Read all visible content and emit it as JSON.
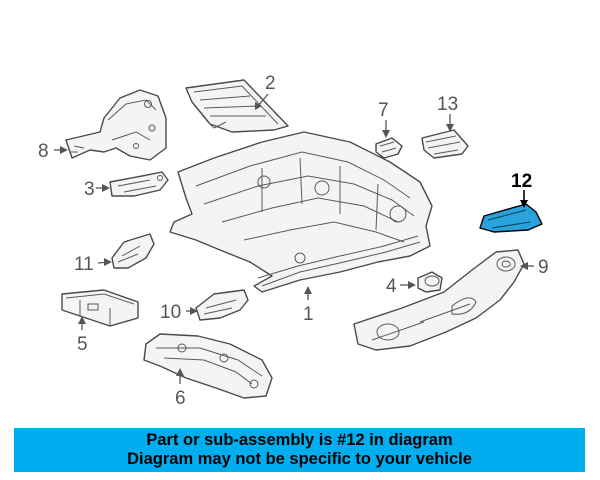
{
  "diagram": {
    "highlighted_part": "12",
    "highlight_color": "#2aa3dc",
    "callouts": {
      "c1": "1",
      "c2": "2",
      "c3": "3",
      "c4": "4",
      "c5": "5",
      "c6": "6",
      "c7": "7",
      "c8": "8",
      "c9": "9",
      "c10": "10",
      "c11": "11",
      "c12": "12",
      "c13": "13"
    }
  },
  "banner": {
    "background": "#00aeef",
    "line1": "Part or sub-assembly is #12 in diagram",
    "line2": "Diagram may not be specific to your vehicle"
  }
}
